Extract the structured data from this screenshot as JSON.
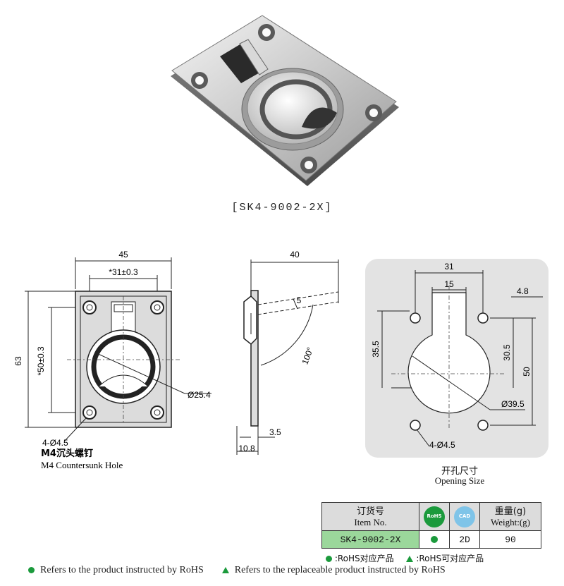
{
  "product_code_caption": "[SK4-9002-2X]",
  "front_view": {
    "width_label": "45",
    "hole_span_label": "*31±0.3",
    "height_label": "63",
    "hole_vspan_label": "*50±0.3",
    "ring_dia_label": "Ø25.4",
    "hole_note_1": "4-Ø4.5",
    "hole_note_2": "M4沉头螺钉",
    "hole_note_3": "M4 Countersunk Hole"
  },
  "side_view": {
    "depth_label": "40",
    "angle_small_label": "5",
    "angle_label": "100°",
    "thickness_label": "3.5",
    "total_label": "10.8"
  },
  "opening_view": {
    "width_label": "31",
    "slot_label": "15",
    "offset_label": "4.8",
    "height_label_left": "35.5",
    "height_label_mid": "30.5",
    "height_label_right": "50",
    "circle_label": "Ø39.5",
    "hole_label": "4-Ø4.5",
    "title_cn": "开孔尺寸",
    "title_en": "Opening Size"
  },
  "spec_table": {
    "item_header_cn": "订货号",
    "item_header_en": "Item No.",
    "rohs_badge": "RoHS",
    "cad_badge": "CAD",
    "weight_header_cn": "重量(g)",
    "weight_header_en": "Weight:(g)",
    "item_no": "SK4-9002-2X",
    "cad_value": "2D",
    "weight_value": "90"
  },
  "legend": {
    "rohs_line": ":RoHS对应产品",
    "replaceable_line": ":RoHS可对应产品"
  },
  "footer": {
    "rohs_note": "Refers to the product instructed by RoHS",
    "replaceable_note": "Refers to the replaceable product instructed by RoHS"
  },
  "colors": {
    "rohs_green": "#1b9a3c",
    "cell_green": "#9bd79b",
    "header_gray": "#dcdcdc",
    "opening_bg": "#e3e3e3"
  }
}
